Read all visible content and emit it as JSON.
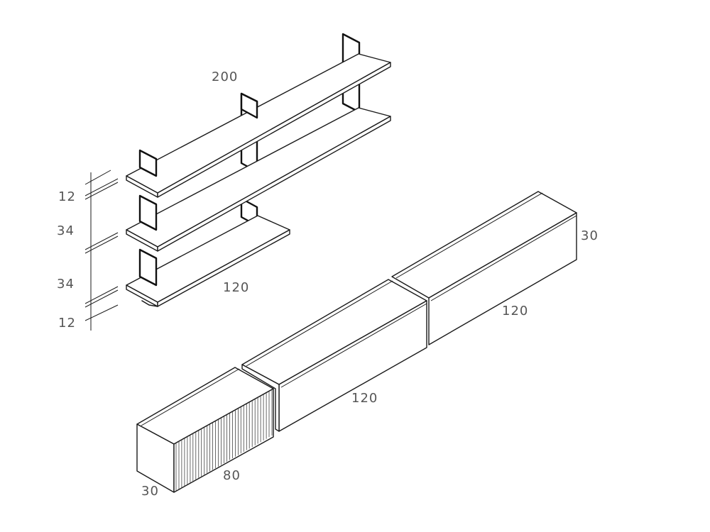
{
  "shelf_unit": {
    "width_label": "200",
    "lower_width_label": "120",
    "heights": [
      "12",
      "34",
      "34",
      "12"
    ]
  },
  "cabinets": {
    "ribbed_width_label": "80",
    "ribbed_depth_label": "30",
    "middle_width_label": "120",
    "right_width_label": "120",
    "right_height_label": "30"
  }
}
